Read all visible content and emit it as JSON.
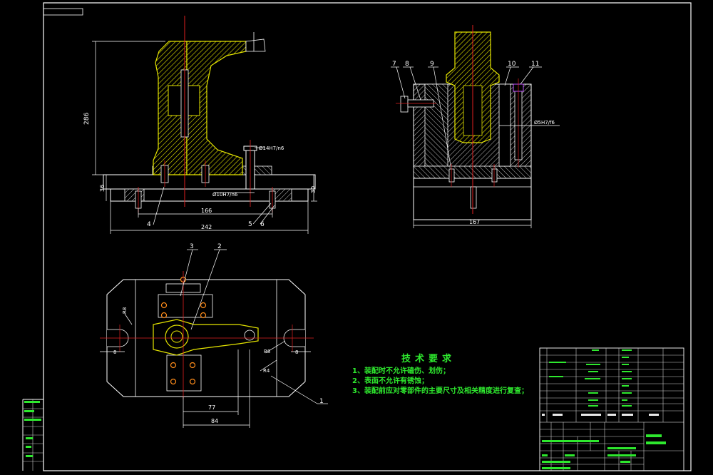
{
  "drawing": {
    "dimensions": {
      "front_height": "286",
      "front_base_left": "36",
      "front_base_right": "30",
      "front_span_inner": "166",
      "front_span_outer": "242",
      "front_fit_upper": "Ø14H7/n6",
      "front_fit_lower": "Ø10H7/n6",
      "side_width": "167",
      "side_fit": "Ø5H7/f6",
      "plan_dim_77": "77",
      "plan_dim_84": "84",
      "plan_r8_left": "R8",
      "plan_r8_right": "R8",
      "plan_r4": "R4",
      "plan_8_left": "8",
      "plan_8_right": "8"
    },
    "balloons": {
      "b1": "1",
      "b2": "2",
      "b3": "3",
      "b4": "4",
      "b5": "5",
      "b6": "6",
      "b7": "7",
      "b8": "8",
      "b9": "9",
      "b10": "10",
      "b11": "11"
    },
    "technical_requirements": {
      "title": "技术要求",
      "items": [
        "1、装配时不允许磕伤、划伤；",
        "2、表面不允许有锈蚀；",
        "3、装配前应对零部件的主要尺寸及相关精度进行复查；"
      ]
    }
  }
}
